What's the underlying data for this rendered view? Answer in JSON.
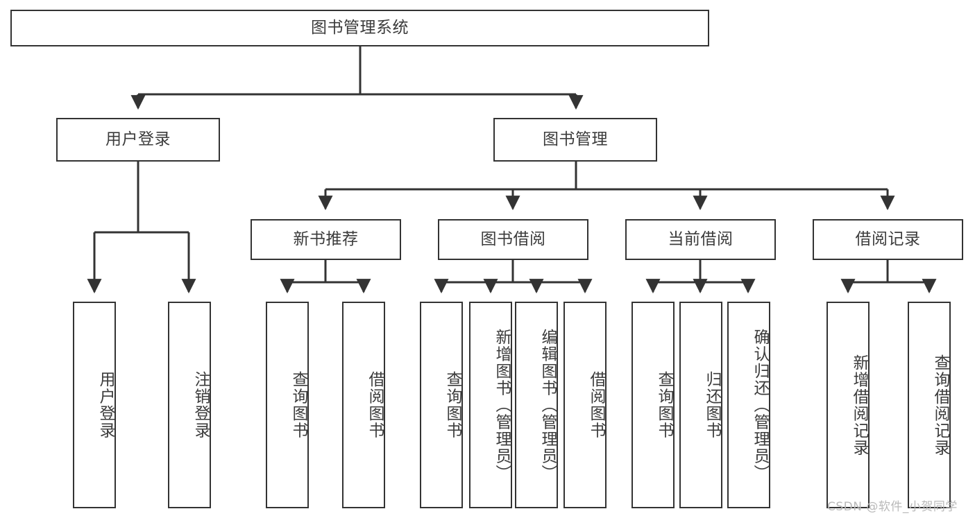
{
  "diagram": {
    "type": "hierarchy-tree",
    "title": "图书管理系统",
    "watermark": "CSDN @软件_小贺同学",
    "colors": {
      "box_border": "#333333",
      "box_fill": "#ffffff",
      "connector": "#333333",
      "text": "#3b3b3b",
      "watermark": "#b9b9b9"
    },
    "nodes": {
      "root": {
        "label": "图书管理系统"
      },
      "level2": [
        {
          "label": "用户登录"
        },
        {
          "label": "图书管理"
        }
      ],
      "level3": [
        {
          "label": "新书推荐"
        },
        {
          "label": "图书借阅"
        },
        {
          "label": "当前借阅"
        },
        {
          "label": "借阅记录"
        }
      ],
      "leaves": {
        "user_login": [
          {
            "label": "用户登录"
          },
          {
            "label": "注销登录"
          }
        ],
        "new_book_recommend": [
          {
            "label": "查询图书"
          },
          {
            "label": "借阅图书"
          }
        ],
        "book_borrow": [
          {
            "label": "查询图书"
          },
          {
            "label": "新增图书（管理员）"
          },
          {
            "label": "编辑图书（管理员）"
          },
          {
            "label": "借阅图书"
          }
        ],
        "current_borrow": [
          {
            "label": "查询图书"
          },
          {
            "label": "归还图书"
          },
          {
            "label": "确认归还（管理员）"
          }
        ],
        "borrow_record": [
          {
            "label": "新增借阅记录"
          },
          {
            "label": "查询借阅记录"
          }
        ]
      }
    }
  }
}
